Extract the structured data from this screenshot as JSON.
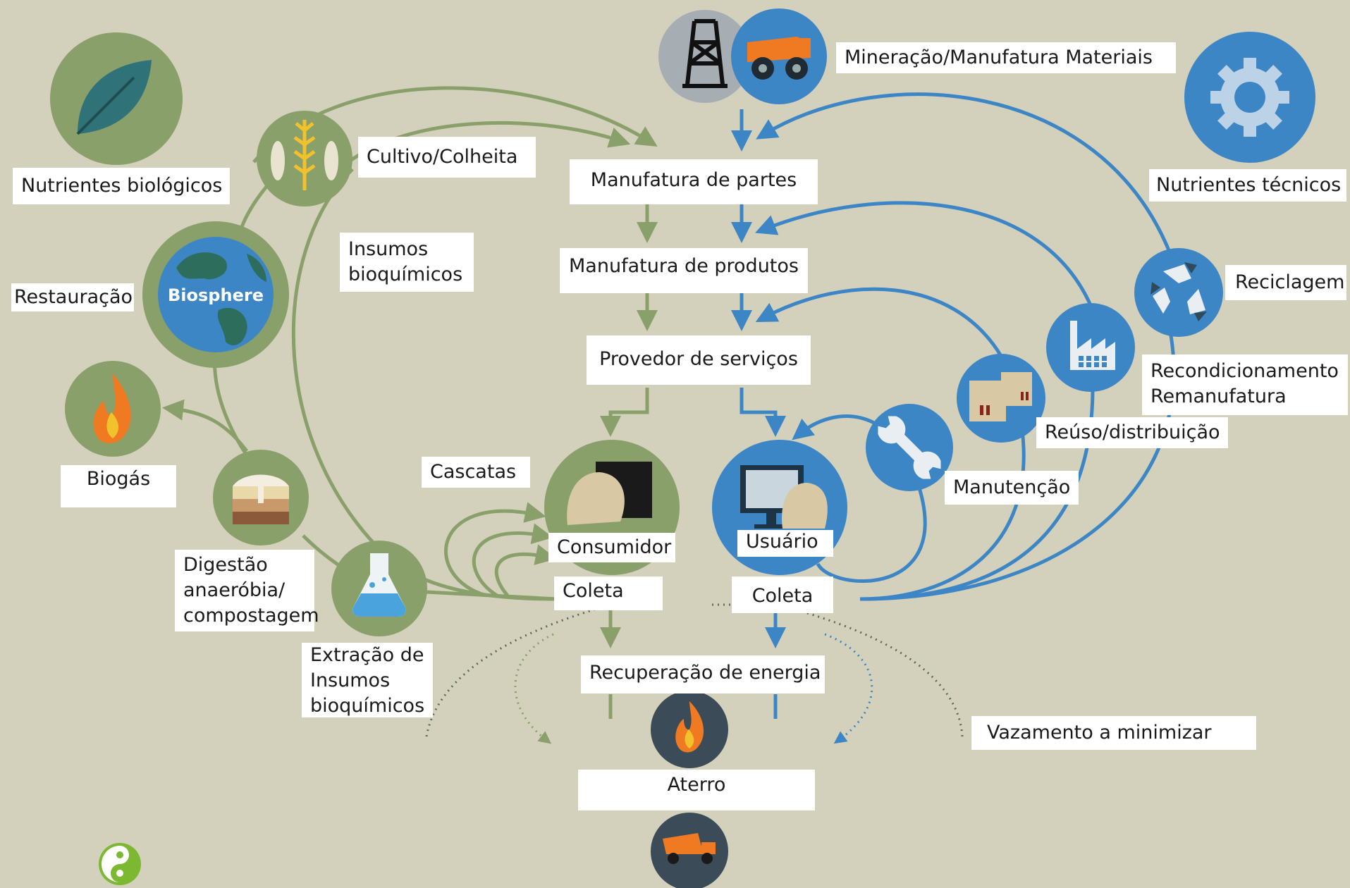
{
  "colors": {
    "background": "#d3d1bc",
    "biological": "#8aa06a",
    "biological_dark": "#7a9460",
    "technical": "#3d86c6",
    "dark": "#3b4b57",
    "orange": "#f07a22",
    "yellow": "#f2c22d"
  },
  "labels": {
    "mining": "Mineração/Manufatura Materiais",
    "bio_nutrients": "Nutrientes biológicos",
    "tech_nutrients": "Nutrientes técnicos",
    "cultivation": "Cultivo/Colheita",
    "parts": "Manufatura de partes",
    "products": "Manufatura de produtos",
    "biochem_inputs": [
      "Insumos",
      "bioquímicos"
    ],
    "restoration": "Restauração",
    "biosphere": "Biosphere",
    "recycling": "Reciclagem",
    "services": "Provedor de serviços",
    "refurbish": [
      "Recondicionamento",
      "Remanufatura"
    ],
    "reuse": "Reúso/distribuição",
    "biogas": "Biogás",
    "cascades": "Cascatas",
    "maintenance": "Manutenção",
    "consumer": "Consumidor",
    "user": "Usuário",
    "digestion": [
      "Digestão",
      "anaeróbia/",
      "compostagem"
    ],
    "collection_bio": "Coleta",
    "collection_tech": "Coleta",
    "extraction": [
      "Extração de",
      "Insumos",
      "bioquímicos"
    ],
    "energy_recovery": "Recuperação de energia",
    "leakage": "Vazamento a minimizar",
    "landfill": "Aterro"
  },
  "icons": {
    "oil_rig": "oil-rig-icon",
    "mining_truck": "mining-truck-icon",
    "leaf": "leaf-icon",
    "gear": "gear-icon",
    "wheat_fish": "wheat-fish-icon",
    "globe": "globe-icon",
    "recycle": "recycle-icon",
    "factory": "factory-icon",
    "boxes": "boxes-icon",
    "wrench": "wrench-icon",
    "fire": "fire-icon",
    "soil_layers": "soil-layers-icon",
    "flask": "flask-icon",
    "consumer": "consumer-head-icon",
    "user": "user-computer-icon",
    "dump_truck": "dump-truck-icon",
    "logo": "yin-yang-logo-icon"
  }
}
